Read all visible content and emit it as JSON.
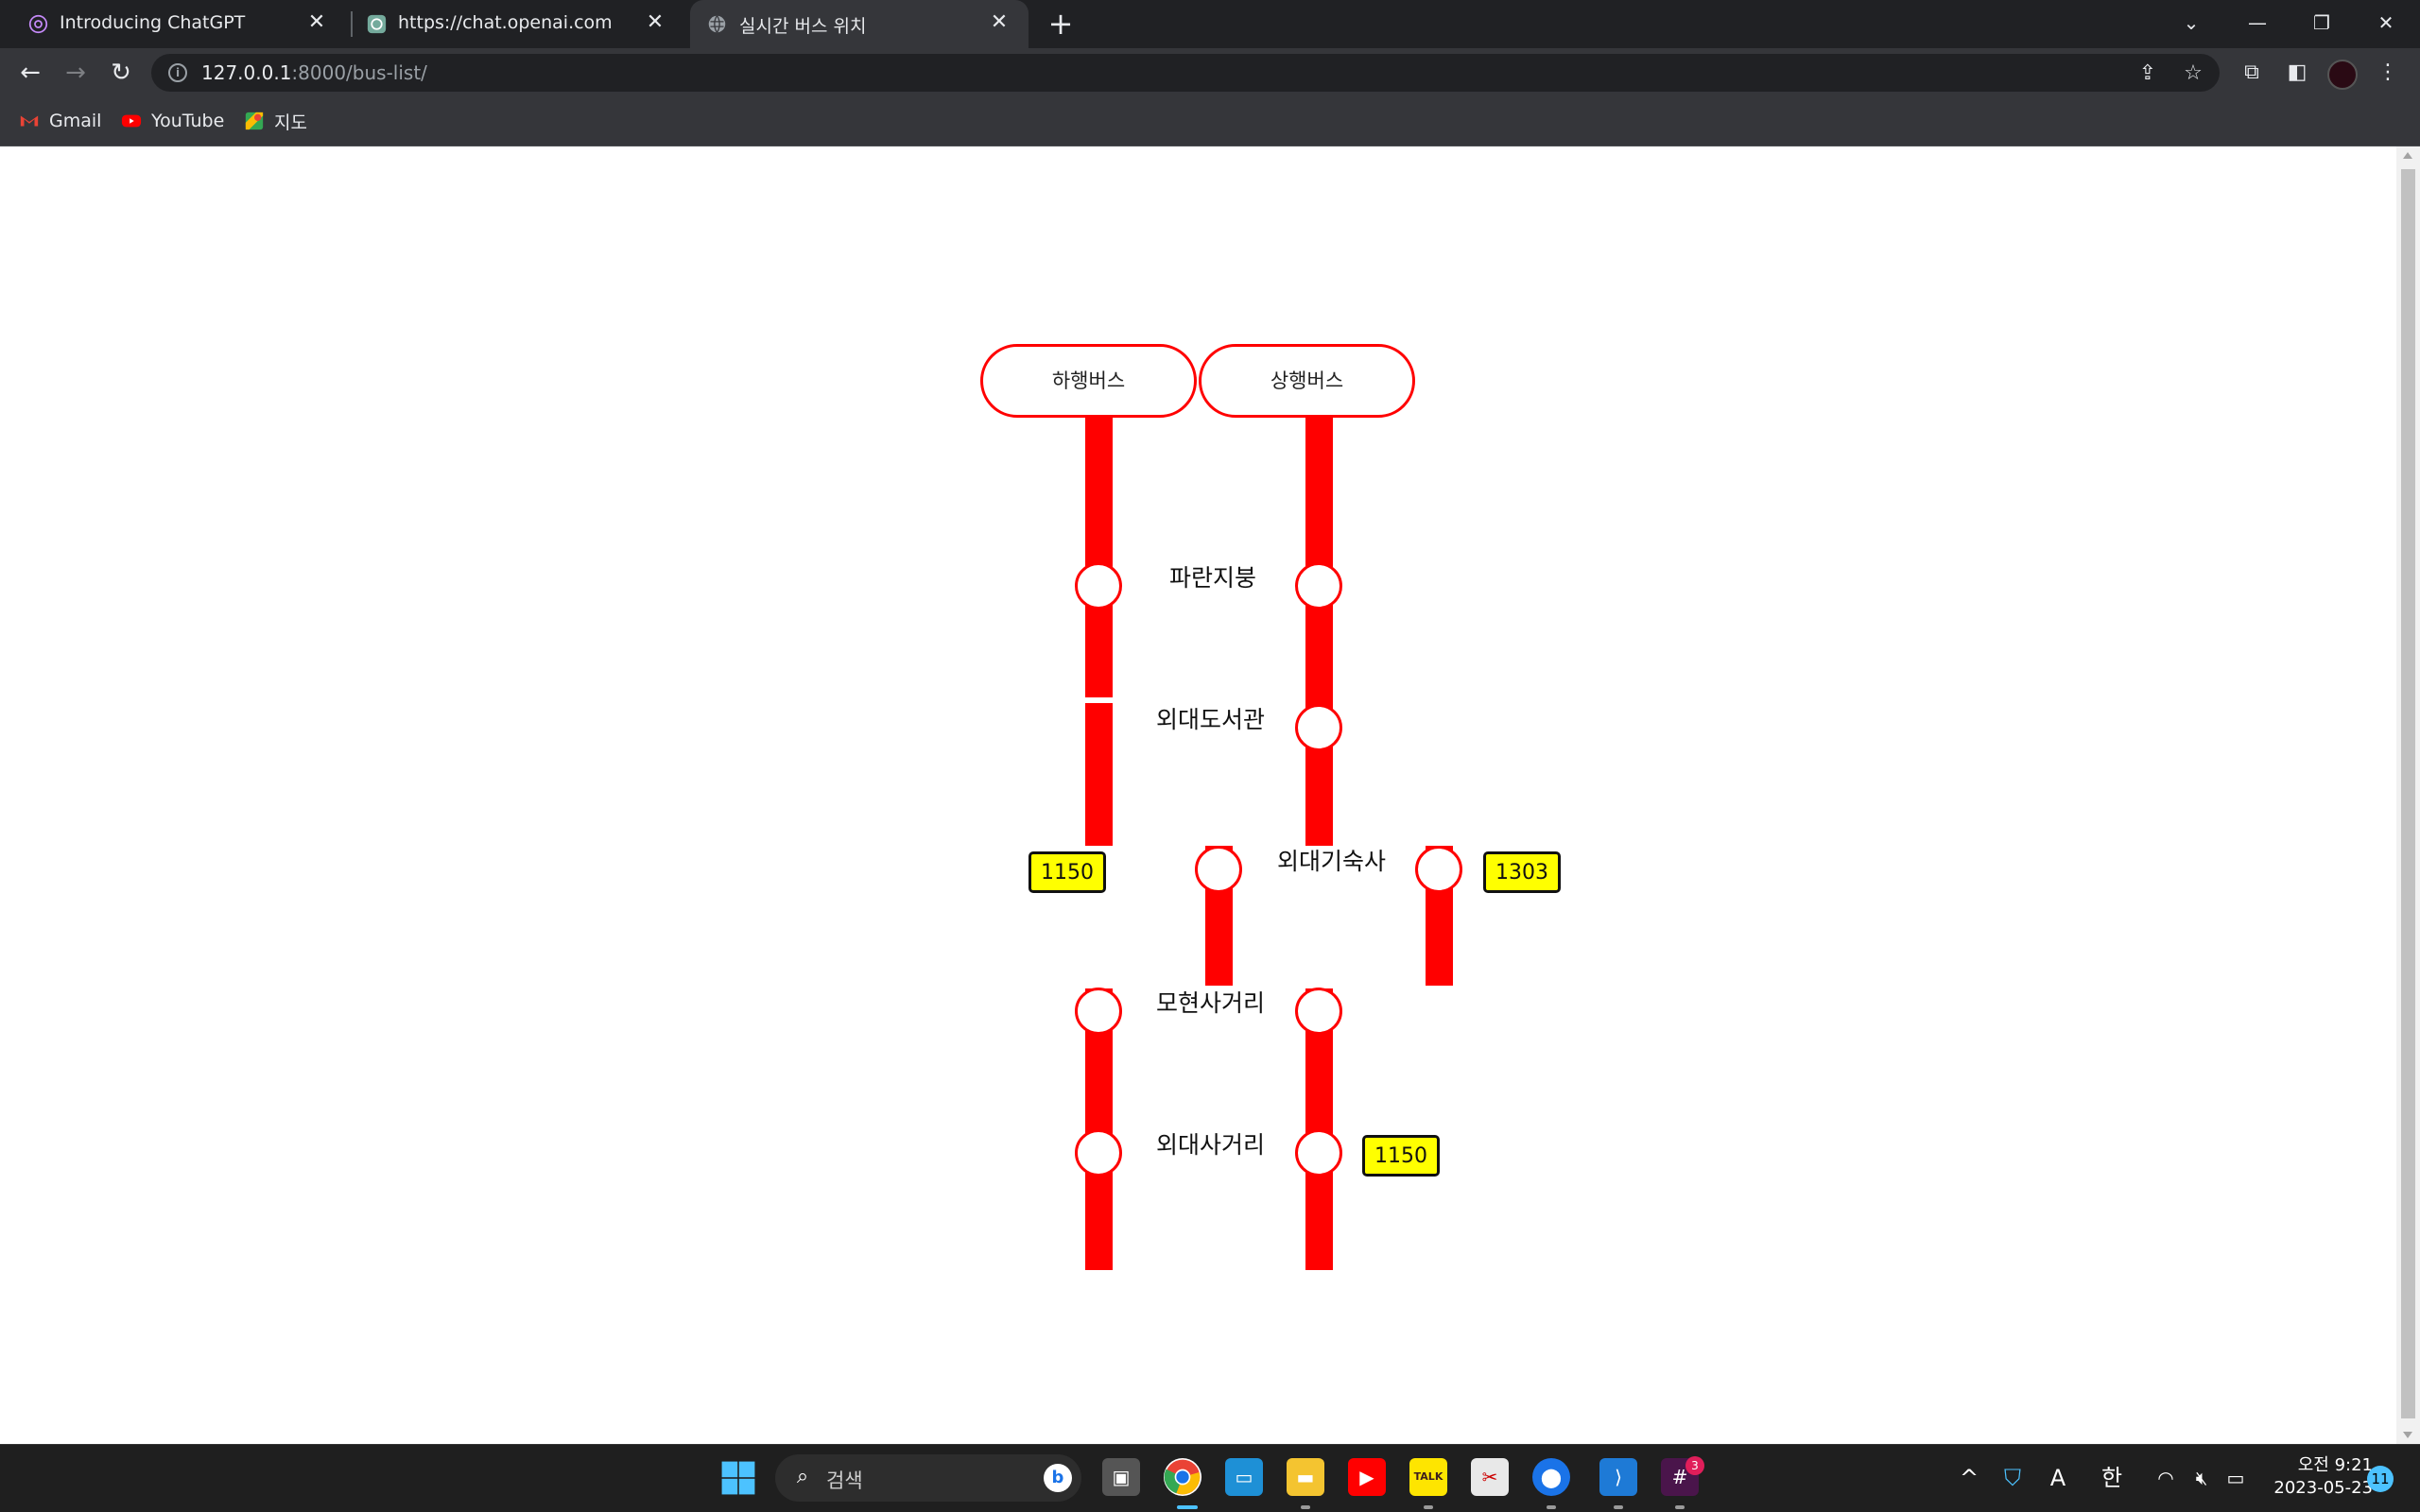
{
  "browser": {
    "tabs": [
      {
        "title": "Introducing ChatGPT",
        "active": false
      },
      {
        "title": "https://chat.openai.com",
        "active": false
      },
      {
        "title": "실시간 버스 위치",
        "active": true
      }
    ],
    "address": {
      "host": "127.0.0.1",
      "path": ":8000/bus-list/"
    },
    "bookmarks": [
      {
        "label": "Gmail"
      },
      {
        "label": "YouTube"
      },
      {
        "label": "지도"
      }
    ]
  },
  "page": {
    "directions": {
      "down": "하행버스",
      "up": "상행버스"
    },
    "stops": [
      "파란지붕",
      "외대도서관",
      "외대기숙사",
      "모현사거리",
      "외대사거리"
    ],
    "buses": [
      {
        "number": "1150",
        "direction": "하행",
        "near_stop": "외대기숙사"
      },
      {
        "number": "1303",
        "direction": "상행",
        "near_stop": "외대기숙사"
      },
      {
        "number": "1150",
        "direction": "상행",
        "near_stop": "외대사거리"
      }
    ],
    "colors": {
      "route": "#ff0000",
      "bus_tag": "#ffff00"
    }
  },
  "taskbar": {
    "search_placeholder": "검색",
    "tray": {
      "ime_a": "A",
      "ime_lang": "한"
    },
    "clock": {
      "time": "오전 9:21",
      "date": "2023-05-23"
    },
    "notifications": "11",
    "slack_badge": "3"
  }
}
